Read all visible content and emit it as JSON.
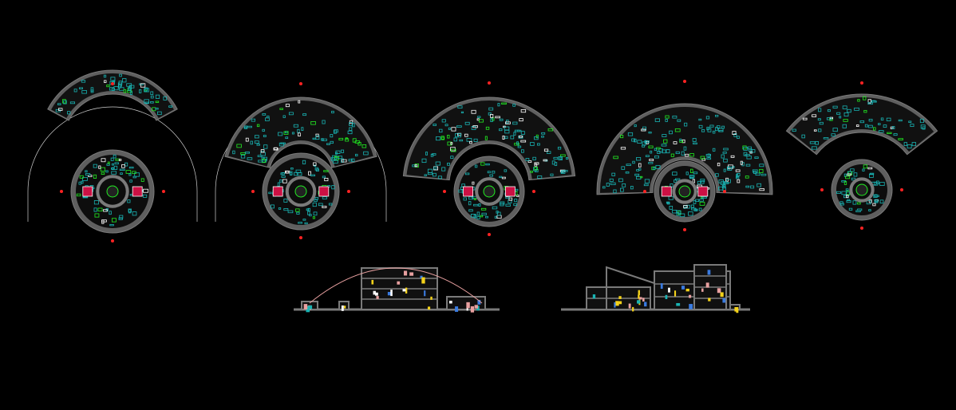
{
  "canvas": {
    "background": "#000000"
  },
  "colors": {
    "wall": "#5f5f5f",
    "wall_light": "#7a7a7a",
    "outline": "#d0d0d0",
    "furniture": "#19b3b3",
    "label": "#22ee22",
    "axis_marker": "#ff2222",
    "accent_red": "#cc1144",
    "section_pink": "#e8a0a0",
    "section_yellow": "#f4d21a",
    "section_blue": "#3a7be0",
    "white": "#ffffff"
  },
  "drawings": [
    {
      "id": "plan-1",
      "kind": "floor-plan",
      "variant": "auditorium-level"
    },
    {
      "id": "plan-2",
      "kind": "floor-plan",
      "variant": "ring-office-level"
    },
    {
      "id": "plan-3",
      "kind": "floor-plan",
      "variant": "radial-wing-level"
    },
    {
      "id": "plan-4",
      "kind": "floor-plan",
      "variant": "full-ring-level"
    },
    {
      "id": "plan-5",
      "kind": "floor-plan",
      "variant": "fan-top-level"
    },
    {
      "id": "section-1",
      "kind": "section",
      "variant": "domed-section"
    },
    {
      "id": "section-2",
      "kind": "section",
      "variant": "stepped-section"
    }
  ]
}
